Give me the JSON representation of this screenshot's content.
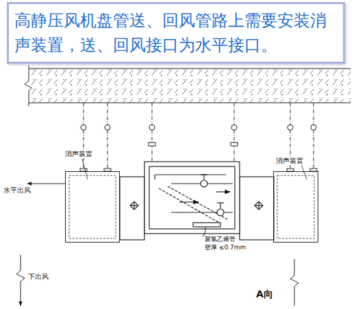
{
  "diagram": {
    "title": "高静压风机盘管送、回风管路上需要安装消声装置，送、回风接口为水平接口。",
    "nodes": [
      {
        "text": [
          "消声装置"
        ]
      },
      {
        "text": [
          "消声装置"
        ]
      }
    ],
    "labels": [
      "水平出风",
      "下出风",
      "聚氯乙烯管",
      "壁厚 ≤0.7mm",
      "A向"
    ]
  }
}
